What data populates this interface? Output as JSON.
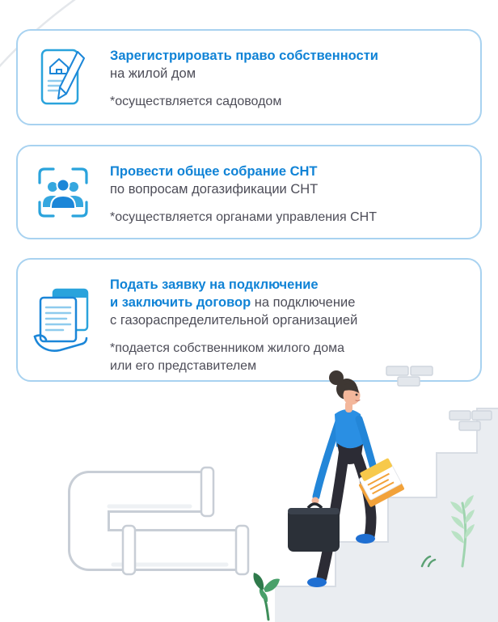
{
  "cards": [
    {
      "icon": "document-house-pen-icon",
      "title_blue": "Зарегистрировать право собственности",
      "title_dark": "на жилой дом",
      "note": "*осуществляется садоводом"
    },
    {
      "icon": "people-meeting-frame-icon",
      "title_blue": "Провести общее собрание СНТ",
      "title_dark": "по вопросам догазификации СНТ",
      "note": "*осуществляется органами управления СНТ"
    },
    {
      "icon": "documents-hand-icon",
      "title_blue_line1": "Подать заявку на подключение",
      "title_blue_line2": "и заключить договор",
      "title_dark_line2": "на подключение",
      "title_dark_line3": "с газораспределительной организацией",
      "note_line1": "*подается собственником жилого дома",
      "note_line2": "или его представителем"
    }
  ],
  "icons": {
    "card_1": "document-house-pen-icon",
    "card_2": "people-meeting-frame-icon",
    "card_3": "documents-hand-icon"
  },
  "colors": {
    "title_blue": "#1083d6",
    "text_dark": "#4d4d58",
    "card_border": "#a8d2f0",
    "icon_teal": "#2aa3dc",
    "icon_blue": "#1b86d8",
    "shirt_blue": "#2a8fe3",
    "pants_dark": "#2c2c35",
    "briefcase_dark": "#2b3038",
    "paper_orange": "#f2a23a",
    "paper_yellow": "#f7c94b",
    "stairs_gray": "#eaedf1",
    "pipe_outline": "#c8ced6"
  }
}
